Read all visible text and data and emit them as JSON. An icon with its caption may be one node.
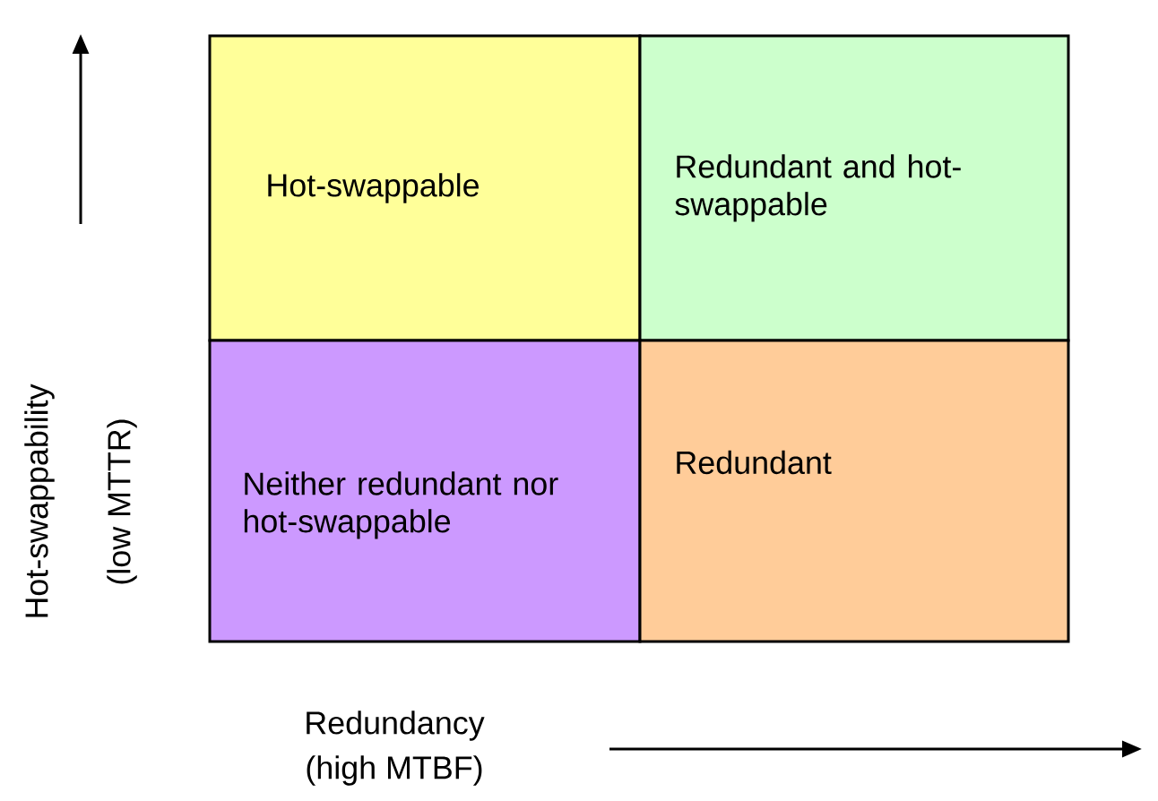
{
  "diagram": {
    "nodes": [
      {
        "text": [
          "Hot-swappable"
        ]
      },
      {
        "text": [
          "Redundant and hot-swappable"
        ]
      },
      {
        "text": [
          "Neither redundant nor hot-swappable"
        ]
      },
      {
        "text": [
          "Redundant"
        ]
      }
    ],
    "labels": [
      "Hot-swappability",
      "(low MTTR)",
      "Redundancy",
      "(high MTBF)"
    ]
  }
}
